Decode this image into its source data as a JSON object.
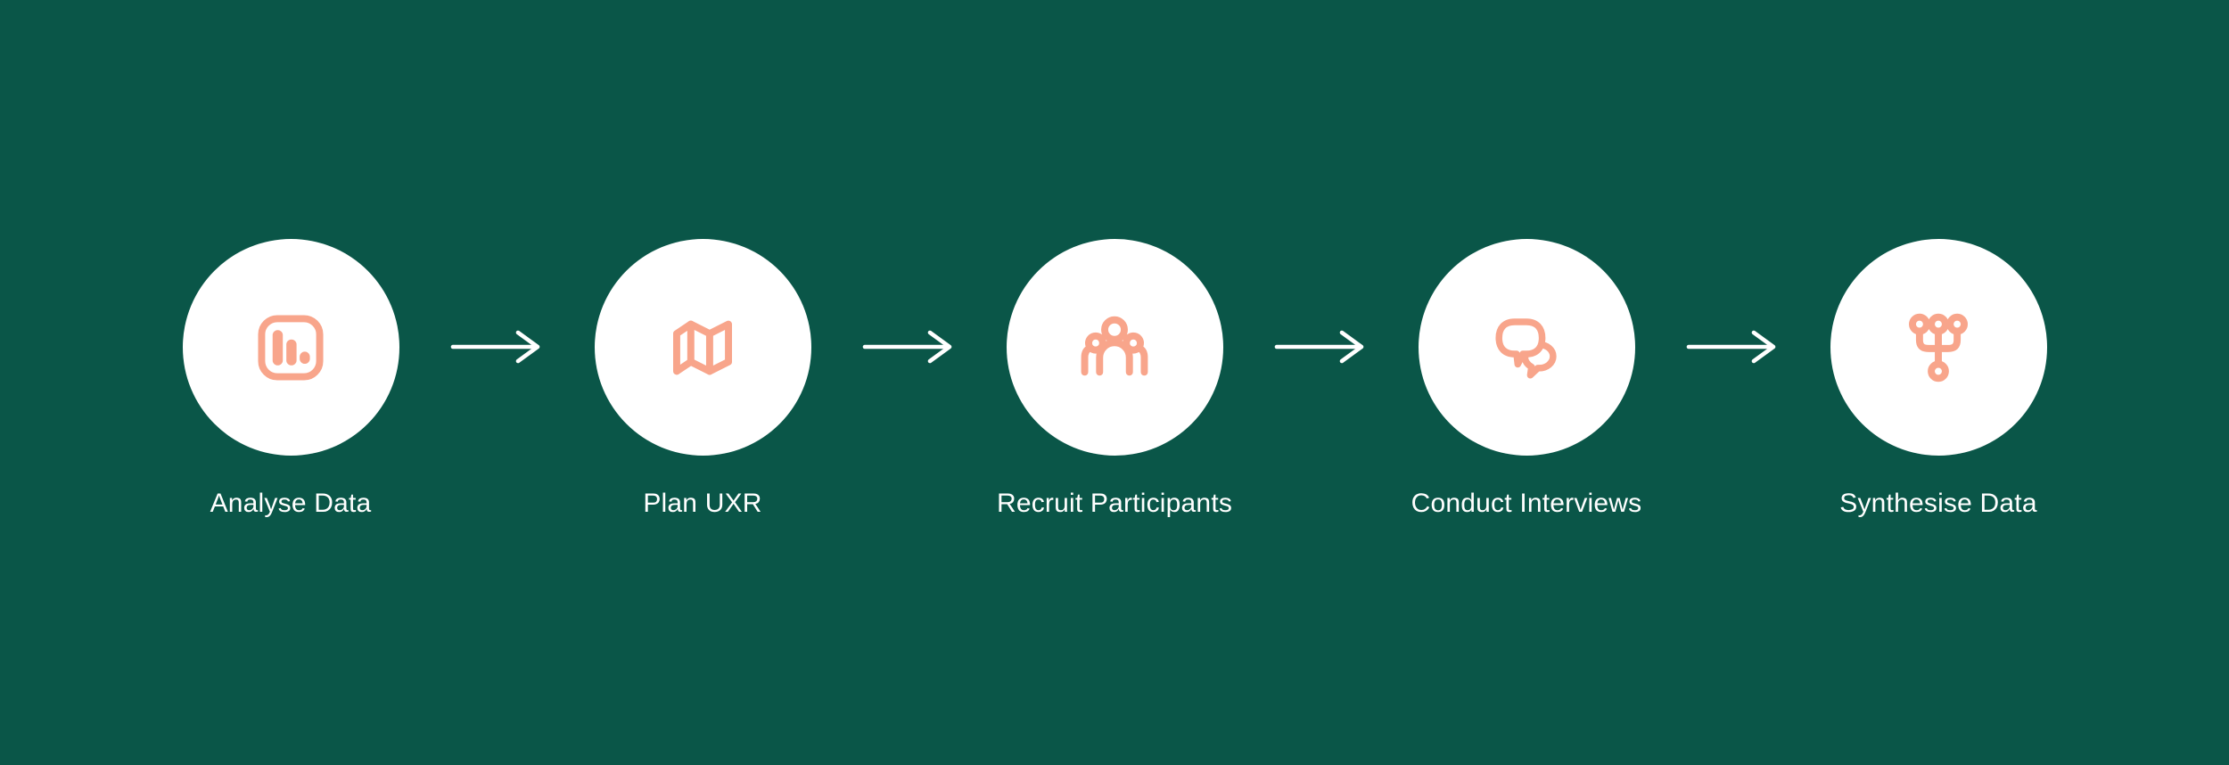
{
  "diagram": {
    "type": "process-flow",
    "direction": "left-to-right",
    "steps": [
      {
        "label": "Analyse Data",
        "icon": "bar-chart-icon"
      },
      {
        "label": "Plan UXR",
        "icon": "map-icon"
      },
      {
        "label": "Recruit Participants",
        "icon": "people-group-icon"
      },
      {
        "label": "Conduct Interviews",
        "icon": "speech-bubbles-icon"
      },
      {
        "label": "Synthesise Data",
        "icon": "merge-icon"
      }
    ],
    "connector": "right-arrow"
  },
  "colors": {
    "background": "#0A5648",
    "circle": "#FFFFFF",
    "icon": "#F8A58B",
    "arrow": "#FFFFFF",
    "text": "#FFFFFF"
  }
}
